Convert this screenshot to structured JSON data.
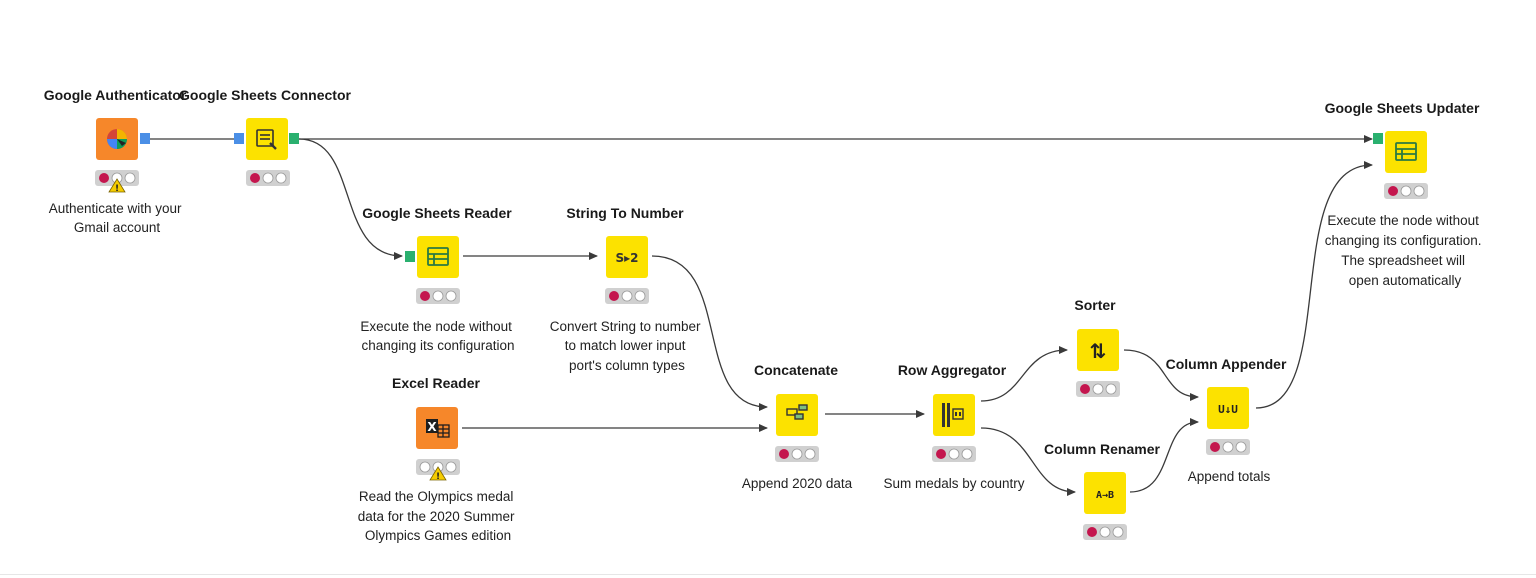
{
  "colors": {
    "manipulator": "#fce200",
    "source": "#f6872a",
    "port_table": "#2ab06f",
    "port_credential": "#4b8fe6",
    "status_red": "#c4164e",
    "status_bg": "#d0d0d0",
    "warning": "#f5cc00",
    "connection": "#3a3a3a"
  },
  "nodes": [
    {
      "id": "google-authenticator",
      "title": "Google Authenticator",
      "type": "source",
      "icon": "google-authenticator-icon",
      "status": "red-warning",
      "annotation": [
        "Authenticate with your",
        "Gmail account"
      ]
    },
    {
      "id": "google-sheets-connector",
      "title": "Google Sheets Connector",
      "type": "manipulator",
      "icon": "sheets-connector-icon",
      "status": "red",
      "annotation": []
    },
    {
      "id": "google-sheets-reader",
      "title": "Google Sheets Reader",
      "type": "manipulator",
      "icon": "spreadsheet-icon",
      "status": "red",
      "annotation": [
        "Execute the node without",
        "changing its configuration"
      ]
    },
    {
      "id": "string-to-number",
      "title": "String To Number",
      "type": "manipulator",
      "icon": "string-to-number-icon",
      "icon_text": "S▸2",
      "status": "red",
      "annotation": [
        "Convert String to number",
        "to match lower input",
        "port's column types"
      ]
    },
    {
      "id": "excel-reader",
      "title": "Excel Reader",
      "type": "source",
      "icon": "excel-icon",
      "icon_text": "X",
      "status": "idle-warning",
      "annotation": [
        "Read the Olympics medal",
        "data for the 2020 Summer",
        "Olympics Games edition"
      ]
    },
    {
      "id": "concatenate",
      "title": "Concatenate",
      "type": "manipulator",
      "icon": "concatenate-icon",
      "status": "red",
      "annotation": [
        "Append 2020 data"
      ]
    },
    {
      "id": "row-aggregator",
      "title": "Row Aggregator",
      "type": "manipulator",
      "icon": "row-aggregator-icon",
      "status": "red",
      "annotation": [
        "Sum medals by country"
      ]
    },
    {
      "id": "sorter",
      "title": "Sorter",
      "type": "manipulator",
      "icon": "sort-arrows-icon",
      "icon_text": "⇅",
      "status": "red",
      "annotation": []
    },
    {
      "id": "column-renamer",
      "title": "Column Renamer",
      "type": "manipulator",
      "icon": "rename-icon",
      "icon_text": "A→B",
      "status": "red",
      "annotation": []
    },
    {
      "id": "column-appender",
      "title": "Column Appender",
      "type": "manipulator",
      "icon": "column-appender-icon",
      "icon_text": "U↓U",
      "status": "red",
      "annotation": [
        "Append totals"
      ]
    },
    {
      "id": "google-sheets-updater",
      "title": "Google Sheets Updater",
      "type": "manipulator",
      "icon": "spreadsheet-icon",
      "status": "red",
      "annotation": [
        "Execute the node without",
        "changing its configuration.",
        "The spreadsheet will",
        "open automatically"
      ]
    }
  ]
}
